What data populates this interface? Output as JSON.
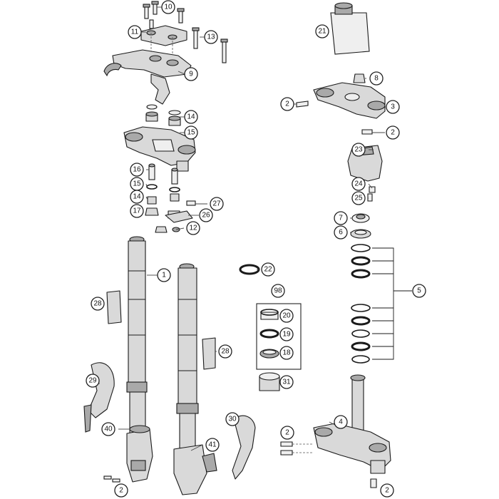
{
  "callouts": {
    "c1": "1",
    "c2a": "2",
    "c2b": "2",
    "c2c": "2",
    "c2d": "2",
    "c2e": "2",
    "c3": "3",
    "c4": "4",
    "c5": "5",
    "c6": "6",
    "c7": "7",
    "c8": "8",
    "c9": "9",
    "c10": "10",
    "c11": "11",
    "c12": "12",
    "c13": "13",
    "c14a": "14",
    "c14b": "14",
    "c15a": "15",
    "c15b": "15",
    "c16": "16",
    "c17": "17",
    "c18": "18",
    "c19": "19",
    "c20": "20",
    "c21": "21",
    "c22": "22",
    "c23": "23",
    "c24": "24",
    "c25": "25",
    "c26": "26",
    "c27": "27",
    "c28a": "28",
    "c28b": "28",
    "c29": "29",
    "c30": "30",
    "c31": "31",
    "c40": "40",
    "c41": "41",
    "c98": "98"
  }
}
